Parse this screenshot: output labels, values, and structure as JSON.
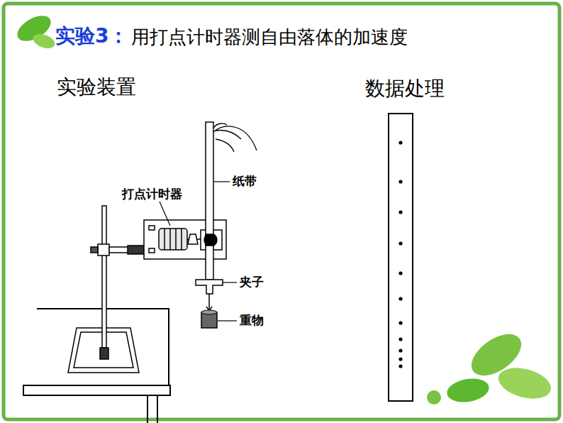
{
  "diagram": {
    "labels": [
      "实验3：",
      "用打点计时器测自由落体的加速度",
      "实验装置",
      "数据处理",
      "纸带",
      "打点计时器",
      "夹子",
      "重物"
    ]
  }
}
